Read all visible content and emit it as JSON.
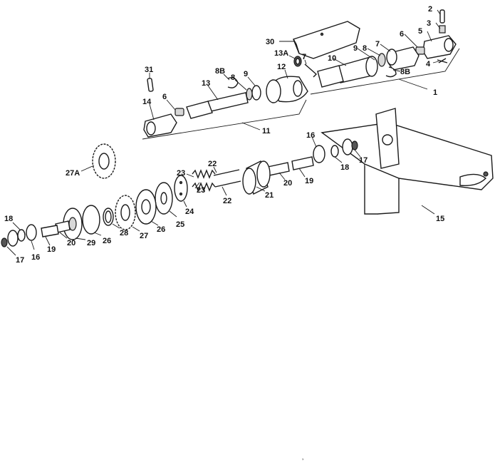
{
  "callouts": {
    "c1": "1",
    "c2": "2",
    "c3": "3",
    "c4": "4",
    "c5": "5",
    "c6a": "6",
    "c6b": "6",
    "c7a": "7",
    "c7b": "7",
    "c8a": "8",
    "c8b": "8",
    "c8Ba": "8B",
    "c8Bb": "8B",
    "c9a": "9",
    "c9b": "9",
    "c10": "10",
    "c11": "11",
    "c12": "12",
    "c13": "13",
    "c13A": "13A",
    "c14": "14",
    "c15": "15",
    "c16a": "16",
    "c16b": "16",
    "c17a": "17",
    "c17b": "17",
    "c18a": "18",
    "c18b": "18",
    "c19a": "19",
    "c19b": "19",
    "c20a": "20",
    "c20b": "20",
    "c21": "21",
    "c22a": "22",
    "c22b": "22",
    "c23a": "23",
    "c23b": "23",
    "c24": "24",
    "c25": "25",
    "c26a": "26",
    "c26b": "26",
    "c27": "27",
    "c27A": "27A",
    "c28": "28",
    "c29": "29",
    "c30": "30",
    "c31": "31"
  },
  "bottom_mark": "’"
}
